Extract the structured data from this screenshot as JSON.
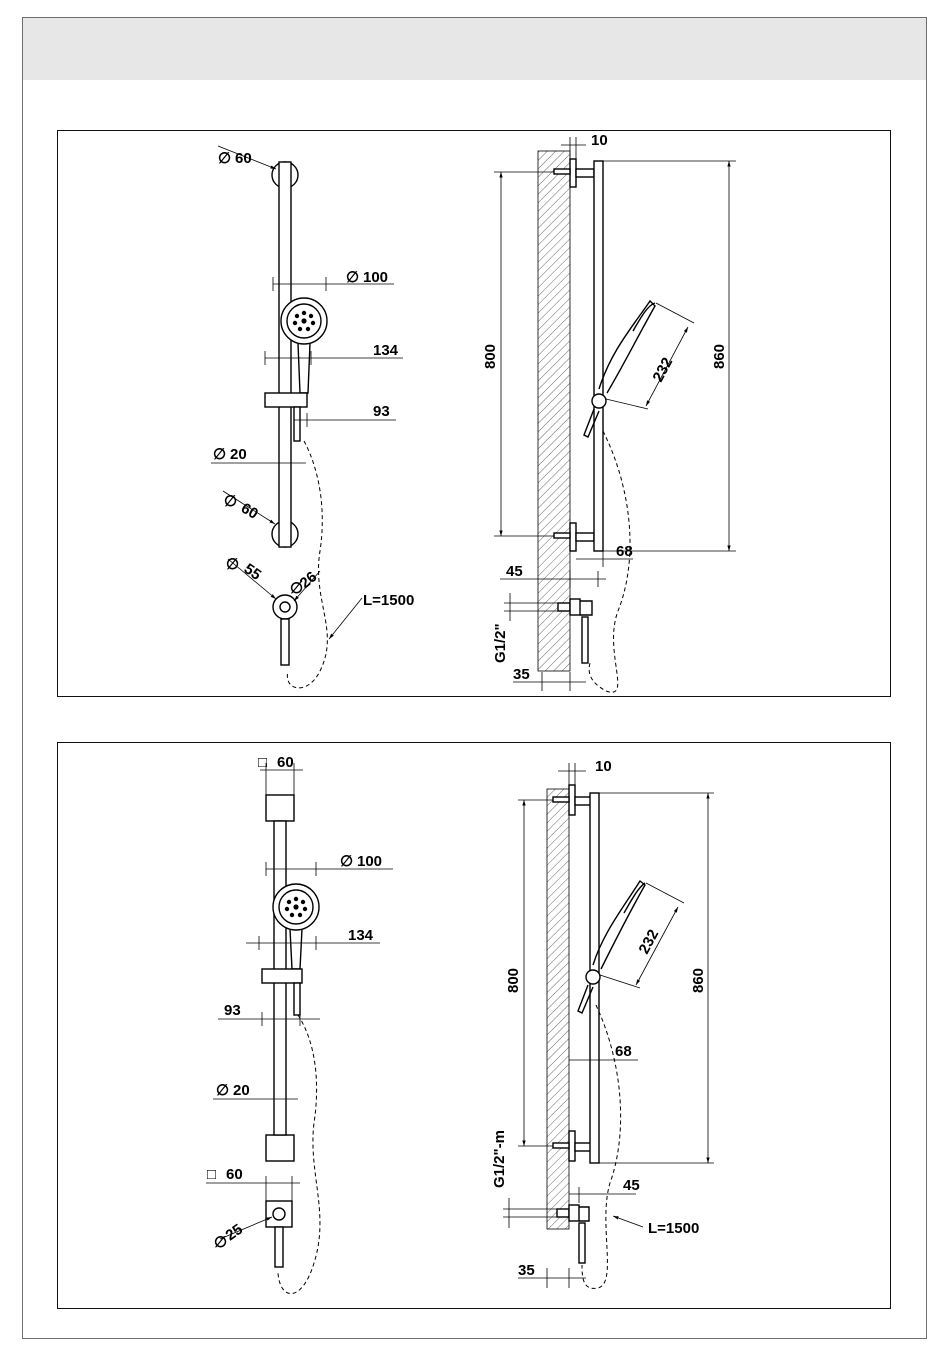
{
  "header": {
    "title": ""
  },
  "panels": {
    "round": {
      "front": {
        "wall_plate_dia_top": "60",
        "handshower_dia": "100",
        "handshower_width": "134",
        "slider_projection": "93",
        "bar_dia": "20",
        "wall_plate_dia_bottom": "60",
        "outlet_dia": "55",
        "outlet_inner_dia": "26",
        "hose_length": "L=1500"
      },
      "side": {
        "plate_thickness": "10",
        "bracket_spacing": "800",
        "shower_length": "232",
        "bar_length": "860",
        "bar_offset": "68",
        "outlet_offset": "45",
        "thread": "G1/2\"",
        "wall_depth": "35"
      }
    },
    "square": {
      "front": {
        "wall_plate_top": "60",
        "handshower_dia": "100",
        "handshower_width": "134",
        "slider_projection": "93",
        "bar_dia": "20",
        "wall_plate_bottom": "60",
        "outlet_dia": "25"
      },
      "side": {
        "plate_thickness": "10",
        "shower_length": "232",
        "bracket_spacing": "800",
        "bar_length": "860",
        "bar_offset": "68",
        "thread": "G1/2\"-m",
        "outlet_offset": "45",
        "hose_length": "L=1500",
        "wall_depth": "35"
      }
    }
  },
  "symbols": {
    "diameter": "∅",
    "square": "□"
  }
}
